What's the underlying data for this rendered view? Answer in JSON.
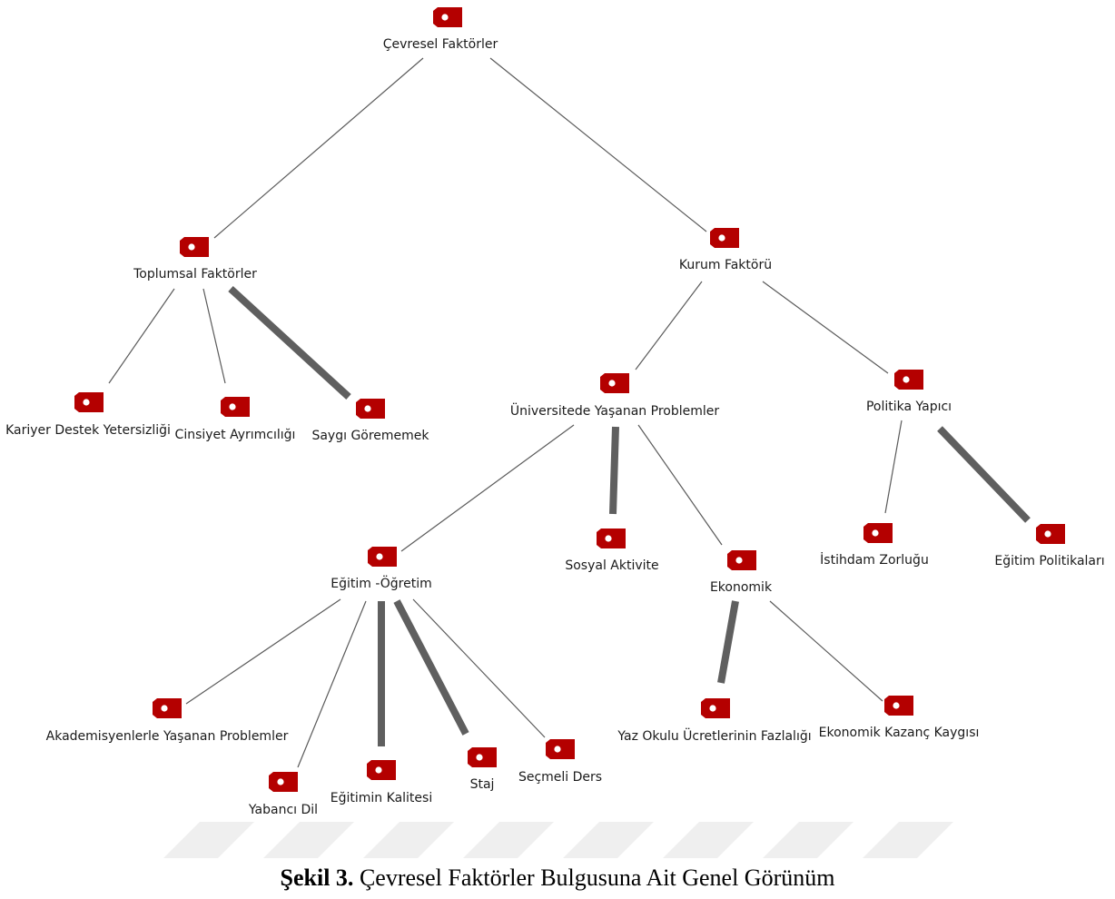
{
  "diagram": {
    "nodes": [
      {
        "id": "root",
        "label": "Çevresel Faktörler"
      },
      {
        "id": "toplumsal",
        "label": "Toplumsal Faktörler"
      },
      {
        "id": "kurum",
        "label": "Kurum Faktörü"
      },
      {
        "id": "kariyer",
        "label": "Kariyer Destek Yetersizliği"
      },
      {
        "id": "cinsiyet",
        "label": "Cinsiyet Ayrımcılığı"
      },
      {
        "id": "saygi",
        "label": "Saygı Görememek"
      },
      {
        "id": "universite",
        "label": "Üniversitede Yaşanan Problemler"
      },
      {
        "id": "politika",
        "label": "Politika Yapıcı"
      },
      {
        "id": "egitim",
        "label": "Eğitim -Öğretim"
      },
      {
        "id": "sosyal",
        "label": "Sosyal Aktivite"
      },
      {
        "id": "ekonomik",
        "label": "Ekonomik"
      },
      {
        "id": "istihdam",
        "label": "İstihdam Zorluğu"
      },
      {
        "id": "egitimpol",
        "label": "Eğitim Politikaları"
      },
      {
        "id": "akademisyen",
        "label": "Akademisyenlerle Yaşanan Problemler"
      },
      {
        "id": "yabanci",
        "label": "Yabancı Dil"
      },
      {
        "id": "kalite",
        "label": "Eğitimin Kalitesi"
      },
      {
        "id": "staj",
        "label": "Staj"
      },
      {
        "id": "secmeli",
        "label": "Seçmeli Ders"
      },
      {
        "id": "yazokulu",
        "label": "Yaz Okulu Ücretlerinin Fazlalığı"
      },
      {
        "id": "kazanc",
        "label": "Ekonomik Kazanç Kaygısı"
      }
    ],
    "edges": [
      {
        "from": "root",
        "to": "toplumsal",
        "weight": "thin"
      },
      {
        "from": "root",
        "to": "kurum",
        "weight": "thin"
      },
      {
        "from": "toplumsal",
        "to": "kariyer",
        "weight": "thin"
      },
      {
        "from": "toplumsal",
        "to": "cinsiyet",
        "weight": "thin"
      },
      {
        "from": "toplumsal",
        "to": "saygi",
        "weight": "thick"
      },
      {
        "from": "kurum",
        "to": "universite",
        "weight": "thin"
      },
      {
        "from": "kurum",
        "to": "politika",
        "weight": "thin"
      },
      {
        "from": "universite",
        "to": "egitim",
        "weight": "thin"
      },
      {
        "from": "universite",
        "to": "sosyal",
        "weight": "thick"
      },
      {
        "from": "universite",
        "to": "ekonomik",
        "weight": "thin"
      },
      {
        "from": "politika",
        "to": "istihdam",
        "weight": "thin"
      },
      {
        "from": "politika",
        "to": "egitimpol",
        "weight": "thick"
      },
      {
        "from": "egitim",
        "to": "akademisyen",
        "weight": "thin"
      },
      {
        "from": "egitim",
        "to": "yabanci",
        "weight": "thin"
      },
      {
        "from": "egitim",
        "to": "kalite",
        "weight": "thick"
      },
      {
        "from": "egitim",
        "to": "staj",
        "weight": "thick"
      },
      {
        "from": "egitim",
        "to": "secmeli",
        "weight": "thin"
      },
      {
        "from": "ekonomik",
        "to": "yazokulu",
        "weight": "thick"
      },
      {
        "from": "ekonomik",
        "to": "kazanc",
        "weight": "thin"
      }
    ],
    "icon": "tag-icon",
    "colors": {
      "tag": "#b40000",
      "thin_edge": "#5a5a5a",
      "thick_edge": "#5f5f5f"
    }
  },
  "caption": {
    "prefix": "Şekil 3.",
    "text": "Çevresel Faktörler Bulgusuna Ait Genel Görünüm"
  }
}
